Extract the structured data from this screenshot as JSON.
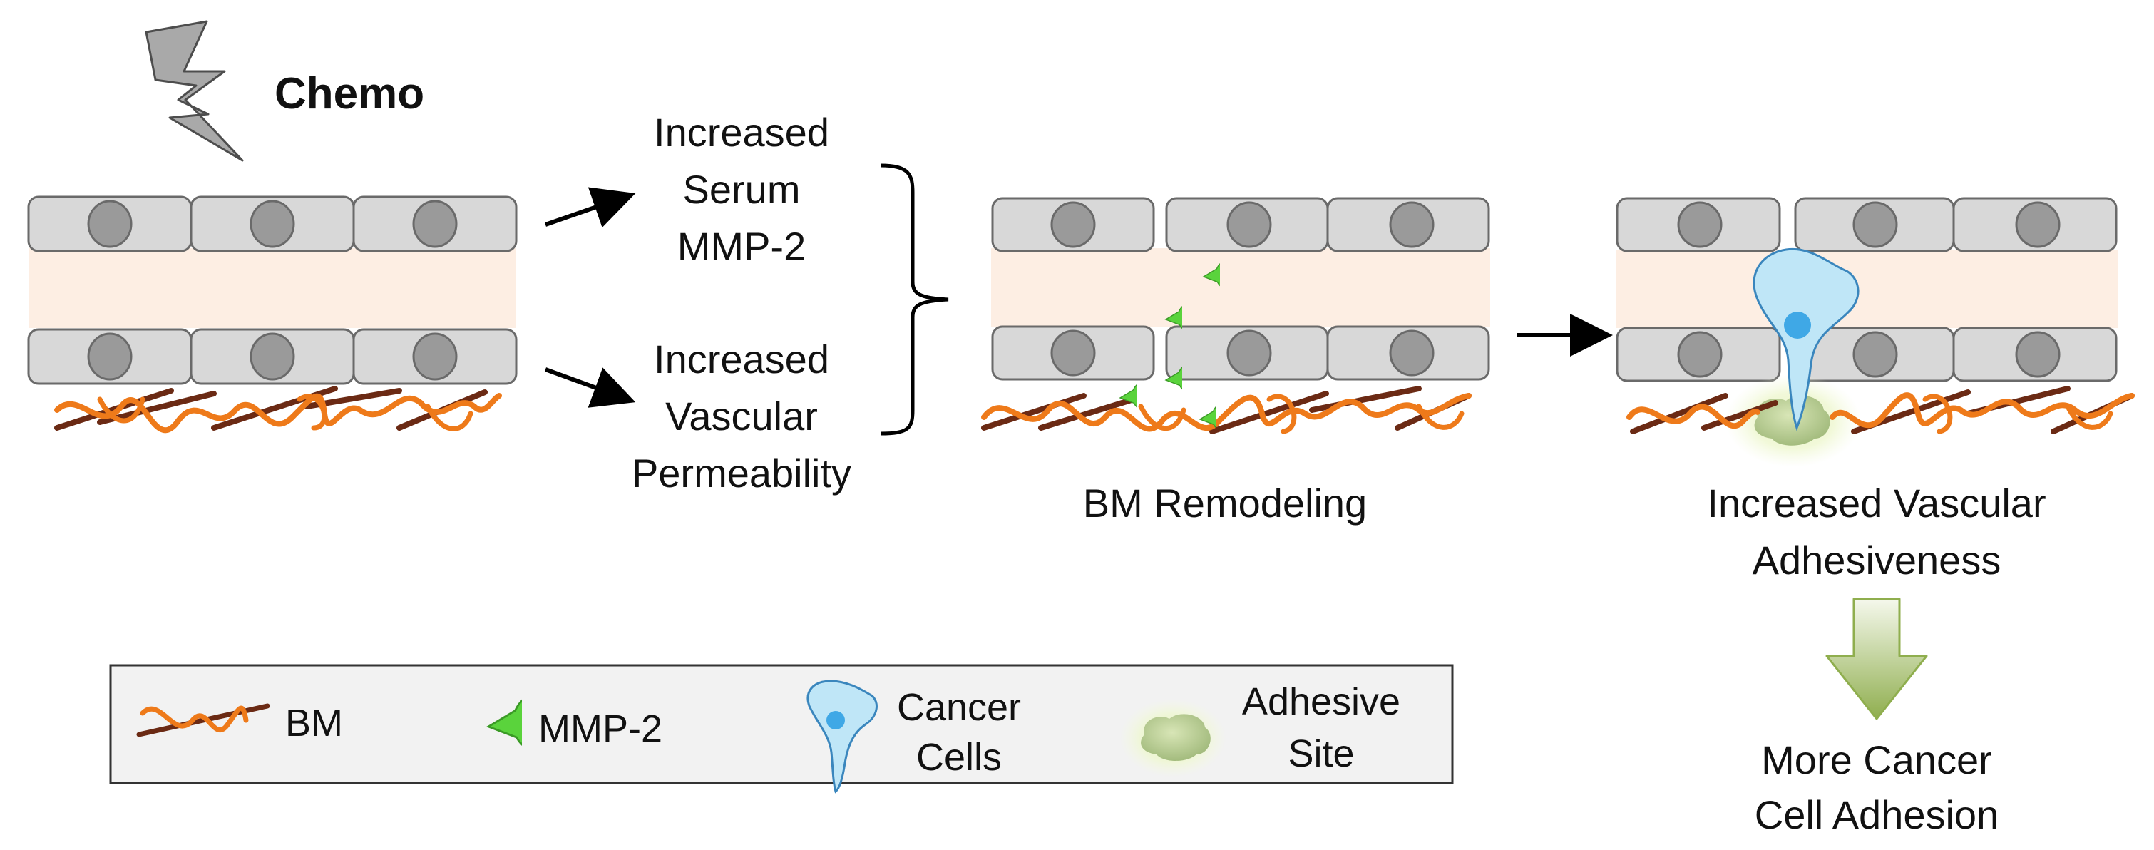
{
  "labels": {
    "chemo": "Chemo",
    "serum_1": "Increased",
    "serum_2": "Serum",
    "serum_3": "MMP-2",
    "perm_1": "Increased",
    "perm_2": "Vascular",
    "perm_3": "Permeability",
    "bm_remodeling": "BM Remodeling",
    "adhes_1": "Increased Vascular",
    "adhes_2": "Adhesiveness",
    "more_1": "More Cancer",
    "more_2": "Cell Adhesion"
  },
  "legend": {
    "bm": "BM",
    "mmp2": "MMP-2",
    "cancer_1": "Cancer",
    "cancer_2": "Cells",
    "site_1": "Adhesive",
    "site_2": "Site"
  },
  "colors": {
    "cell_fill": "#d8d8d8",
    "nucleus": "#9a9a9a",
    "lumen": "#fdeee3",
    "bm_orange": "#ee7a1a",
    "bm_brown": "#6b2a14",
    "mmp2": "#5ad33c",
    "cancer_cell": "#bfe6f7",
    "cancer_nucleus": "#3fa8e6",
    "adhesive_site": "#b9cf8f",
    "down_arrow": "#a7c06c",
    "legend_bg": "#f2f2f2"
  }
}
